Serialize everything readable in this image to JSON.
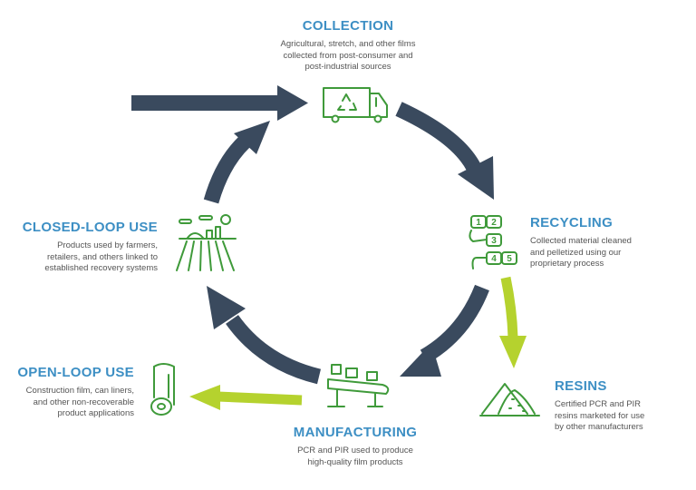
{
  "colors": {
    "title": "#3d8fc4",
    "arrow_dark": "#3a4a5e",
    "arrow_lime": "#b5d22e",
    "icon_green": "#3f9a3a"
  },
  "collection": {
    "title": "COLLECTION",
    "desc": [
      "Agricultural, stretch, and other films",
      "collected from post-consumer and",
      "post-industrial sources"
    ],
    "icon": "recycling-truck-icon"
  },
  "recycling": {
    "title": "RECYCLING",
    "desc": [
      "Collected material cleaned",
      "and pelletized using our",
      "proprietary process"
    ],
    "icon": "process-steps-icon",
    "steps": [
      "1",
      "2",
      "3",
      "4",
      "5"
    ]
  },
  "resins": {
    "title": "RESINS",
    "desc": [
      "Certified PCR and PIR",
      "resins marketed for use",
      "by other manufacturers"
    ],
    "icon": "resin-pile-icon"
  },
  "manufacturing": {
    "title": "MANUFACTURING",
    "desc": [
      "PCR and PIR used to produce",
      "high-quality film products"
    ],
    "icon": "conveyor-icon"
  },
  "open_loop": {
    "title": "OPEN-LOOP USE",
    "desc": [
      "Construction film, can liners,",
      "and other non-recoverable",
      "product applications"
    ],
    "icon": "film-roll-icon"
  },
  "closed_loop": {
    "title": "CLOSED-LOOP USE",
    "desc": [
      "Products used by farmers,",
      "retailers, and others linked to",
      "established recovery systems"
    ],
    "icon": "farm-field-icon"
  }
}
